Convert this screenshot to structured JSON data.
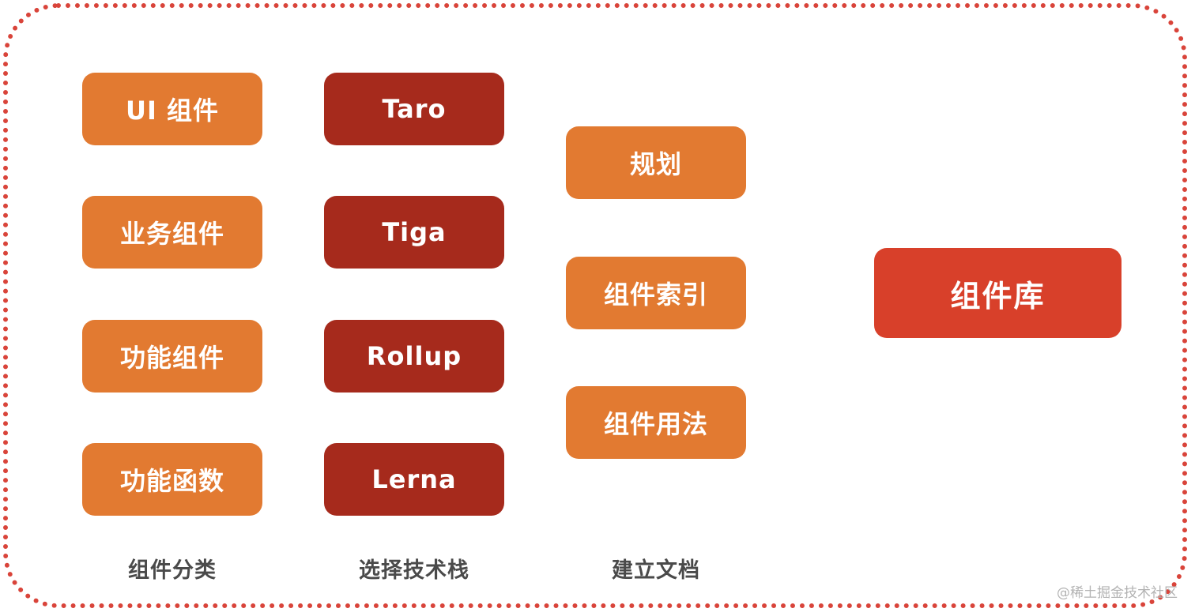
{
  "columns": {
    "categories": {
      "label": "组件分类",
      "items": [
        "UI 组件",
        "业务组件",
        "功能组件",
        "功能函数"
      ]
    },
    "tech_stack": {
      "label": "选择技术栈",
      "items": [
        "Taro",
        "Tiga",
        "Rollup",
        "Lerna"
      ]
    },
    "docs": {
      "label": "建立文档",
      "items": [
        "规划",
        "组件索引",
        "组件用法"
      ]
    }
  },
  "target": {
    "label": "组件库"
  },
  "watermark": "@稀土掘金技术社区",
  "colors": {
    "frame_dots": "#d9443a",
    "orange_box": "#e27a31",
    "dark_box": "#a62a1c",
    "target_box": "#d8402a",
    "label_text": "#4a4a4a"
  }
}
